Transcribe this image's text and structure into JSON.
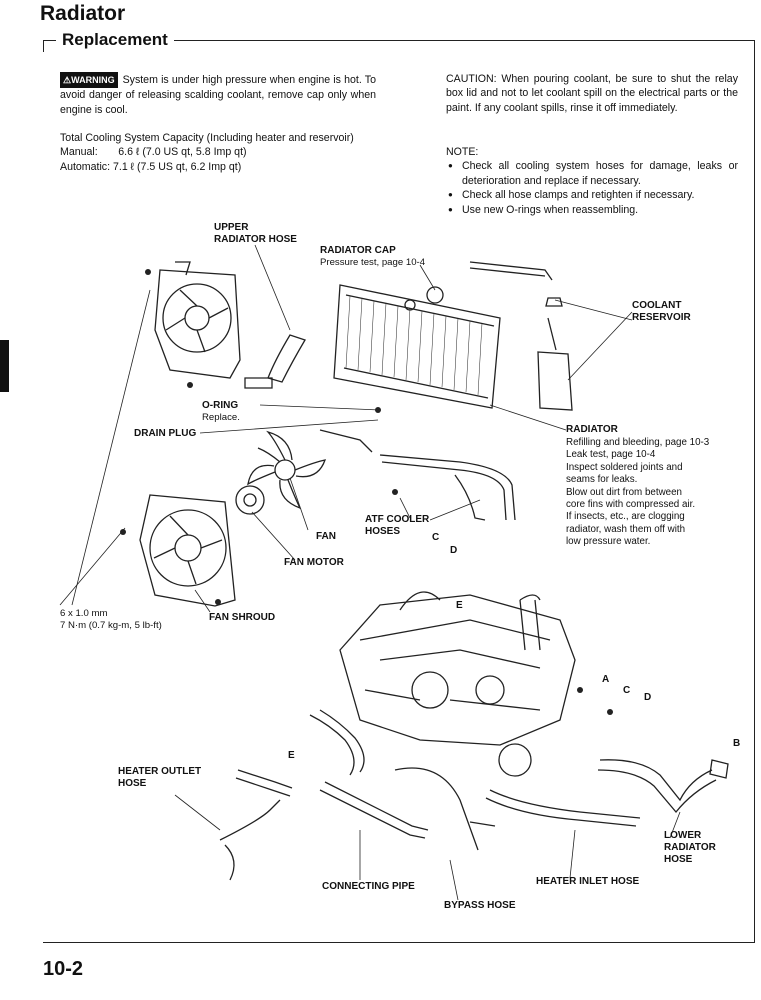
{
  "header": {
    "title": "Radiator",
    "section": "Replacement"
  },
  "warning": {
    "badge": "⚠WARNING",
    "text": "System is under high pressure when engine is hot. To avoid danger of releasing scalding coolant, remove cap only when engine is cool."
  },
  "capacity": {
    "heading": "Total Cooling System Capacity (Including heater and reservoir)",
    "manual": "Manual:       6.6 ℓ (7.0 US qt, 5.8 Imp qt)",
    "automatic": "Automatic: 7.1 ℓ (7.5 US qt, 6.2 Imp qt)"
  },
  "caution": "CAUTION: When pouring coolant, be sure to shut the relay box lid and not to let coolant spill on the electrical parts or the paint. If any coolant spills, rinse it off immediately.",
  "note": {
    "heading": "NOTE:",
    "items": [
      "Check all cooling system hoses for damage, leaks or deterioration and replace if necessary.",
      "Check all hose clamps and retighten if necessary.",
      "Use new O-rings when reassembling."
    ]
  },
  "labels": {
    "upper_hose_1": "UPPER",
    "upper_hose_2": "RADIATOR HOSE",
    "cap": "RADIATOR CAP",
    "cap_sub": "Pressure test, page 10-4",
    "reservoir_1": "COOLANT",
    "reservoir_2": "RESERVOIR",
    "oring": "O-RING",
    "oring_sub": "Replace.",
    "drain": "DRAIN PLUG",
    "radiator": "RADIATOR",
    "radiator_notes": [
      "Refilling and bleeding, page 10-3",
      "Leak test, page 10-4",
      "Inspect soldered joints and",
      "seams for leaks.",
      "Blow out dirt from between",
      "core fins with compressed air.",
      "If insects, etc., are clogging",
      "radiator, wash them off with",
      "low pressure water."
    ],
    "atf_1": "ATF COOLER",
    "atf_2": "HOSES",
    "fan": "FAN",
    "fan_motor": "FAN MOTOR",
    "fan_shroud": "FAN SHROUD",
    "bolt_1": "6 x 1.0 mm",
    "bolt_2": "7 N·m (0.7 kg-m, 5 lb-ft)",
    "heater_outlet_1": "HEATER OUTLET",
    "heater_outlet_2": "HOSE",
    "connecting_pipe": "CONNECTING PIPE",
    "bypass": "BYPASS HOSE",
    "heater_inlet": "HEATER INLET HOSE",
    "lower_1": "LOWER",
    "lower_2": "RADIATOR",
    "lower_3": "HOSE",
    "ref_c": "C",
    "ref_d": "D",
    "ref_e": "E",
    "ref_a": "A",
    "ref_b": "B"
  },
  "footer": {
    "page": "10-2"
  }
}
